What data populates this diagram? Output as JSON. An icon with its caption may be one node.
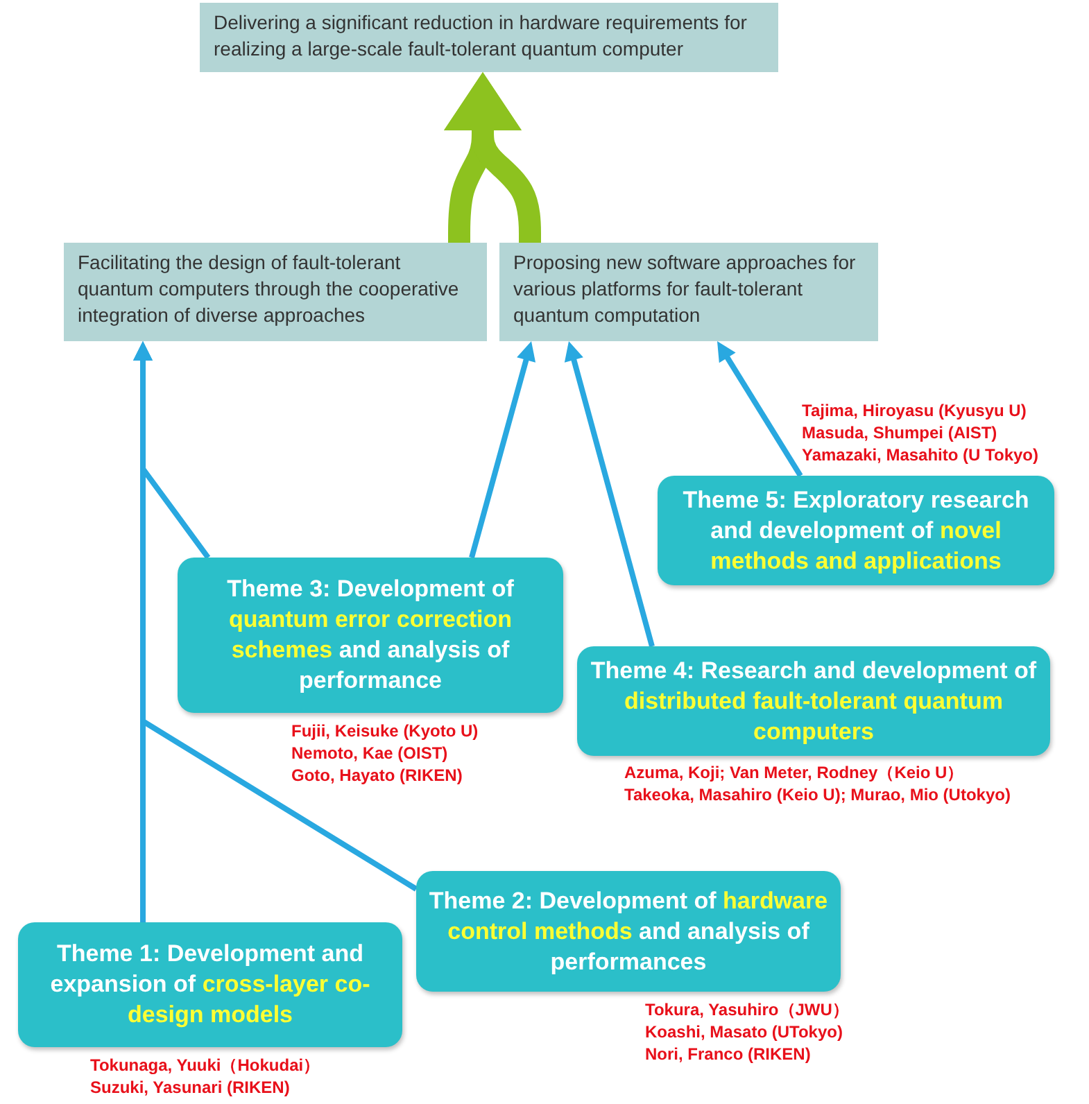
{
  "diagram": {
    "nodes": [
      {
        "text": [
          "Delivering a significant reduction in hardware requirements for realizing a large-scale fault-tolerant quantum computer"
        ]
      },
      {
        "text": [
          "Facilitating the design of fault-tolerant quantum computers through the cooperative integration of diverse approaches"
        ]
      },
      {
        "text": [
          "Proposing new software approaches for various platforms for fault-tolerant quantum computation"
        ]
      },
      {
        "text": [
          "Theme 5: Exploratory research and development of **novel methods and applications**"
        ],
        "beside": [
          "Tajima, Hiroyasu (Kyusyu U)",
          "Masuda, Shumpei (AIST)",
          "Yamazaki, Masahito (U Tokyo)"
        ]
      },
      {
        "text": [
          "Theme 3: Development of **quantum error correction schemes** and analysis of performance"
        ],
        "beside": [
          "Fujii, Keisuke (Kyoto U)",
          "Nemoto, Kae (OIST)",
          "Goto, Hayato (RIKEN)"
        ]
      },
      {
        "text": [
          "Theme 4: Research and development of **distributed fault-tolerant quantum computers**"
        ],
        "beside": [
          "Azuma, Koji; Van Meter, Rodney（Keio U）",
          "Takeoka, Masahiro (Keio U); Murao, Mio (Utokyo)"
        ]
      },
      {
        "text": [
          "Theme 2: Development of **hardware control methods** and analysis of performances"
        ],
        "beside": [
          "Tokura, Yasuhiro（JWU）",
          "Koashi, Masato (UTokyo)",
          "Nori, Franco (RIKEN)"
        ]
      },
      {
        "text": [
          "Theme 1: Development and expansion of **cross-layer co-design models**"
        ],
        "beside": [
          "Tokunaga, Yuuki（Hokudai）",
          "Suzuki, Yasunari (RIKEN)"
        ]
      }
    ],
    "edges": [
      {
        "from": 1,
        "to": 0,
        "arrow": "to",
        "style": "thick",
        "color": "#8dc21f"
      },
      {
        "from": 2,
        "to": 0,
        "arrow": "to",
        "style": "thick",
        "color": "#8dc21f"
      },
      {
        "from": 7,
        "to": 1,
        "arrow": "to"
      },
      {
        "from": 4,
        "to": 1,
        "arrow": "to"
      },
      {
        "from": 6,
        "to": 1,
        "arrow": "to"
      },
      {
        "from": 4,
        "to": 2,
        "arrow": "to"
      },
      {
        "from": 5,
        "to": 2,
        "arrow": "to"
      },
      {
        "from": 3,
        "to": 2,
        "arrow": "to"
      }
    ]
  }
}
